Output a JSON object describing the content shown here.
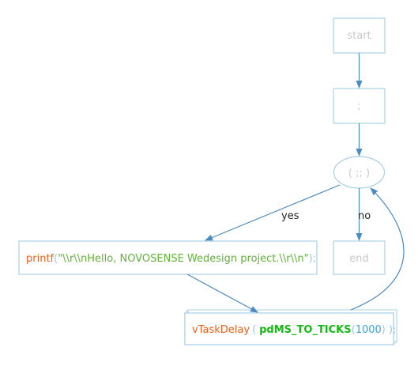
{
  "nodes": {
    "start": {
      "label": "start"
    },
    "init": {
      "label": ";"
    },
    "loop": {
      "label": "( ;; )"
    },
    "printf": {
      "func": "printf",
      "open": "(",
      "string": "\"\\\\r\\\\nHello, NOVOSENSE Wedesign project.\\\\r\\\\n\"",
      "close": ");"
    },
    "end": {
      "label": "end"
    },
    "delay": {
      "func": "vTaskDelay",
      "open": "(",
      "macro": "pdMS_TO_TICKS",
      "arg_open": "(",
      "arg": "1000",
      "close": ") );"
    }
  },
  "edges": {
    "yes_label": "yes",
    "no_label": "no"
  },
  "colors": {
    "stroke": "#a9d1e6",
    "arrow": "#4a8bc2",
    "faded_text": "#c8c8c8",
    "func": "#e8611a",
    "string": "#62b23a",
    "macro": "#16b816",
    "number": "#3aa0d8",
    "paren": "#9ac9e6",
    "label": "#222222"
  }
}
